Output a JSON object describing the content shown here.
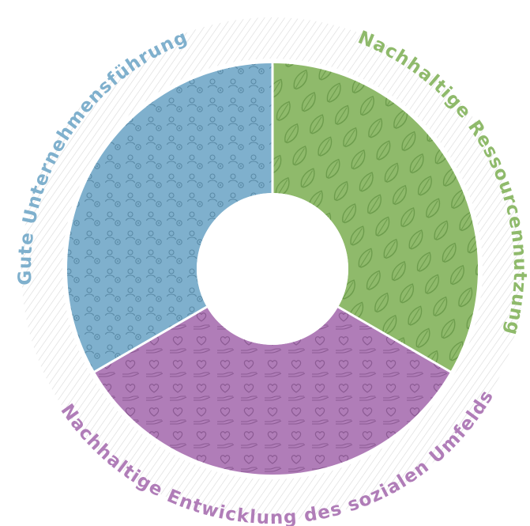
{
  "diagram": {
    "segments": [
      {
        "id": "ressourcen",
        "label": "Nachhaltige Ressourcennutzung",
        "color": "#8fba6b",
        "line_color": "#6a9a4a",
        "pattern": "leaf-icon",
        "share": 0.3333
      },
      {
        "id": "umfeld",
        "label": "Nachhaltige Entwicklung des sozialen Umfelds",
        "color": "#b07db8",
        "line_color": "#8c5b94",
        "pattern": "heart-hand-icon",
        "share": 0.3333
      },
      {
        "id": "fuehrung",
        "label": "Gute Unternehmensführung",
        "color": "#7fb0cd",
        "line_color": "#5a8aa6",
        "pattern": "people-gear-icon",
        "share": 0.3333
      }
    ],
    "background_hatch_color": "#d9d9d9",
    "center_color": "#ffffff"
  }
}
